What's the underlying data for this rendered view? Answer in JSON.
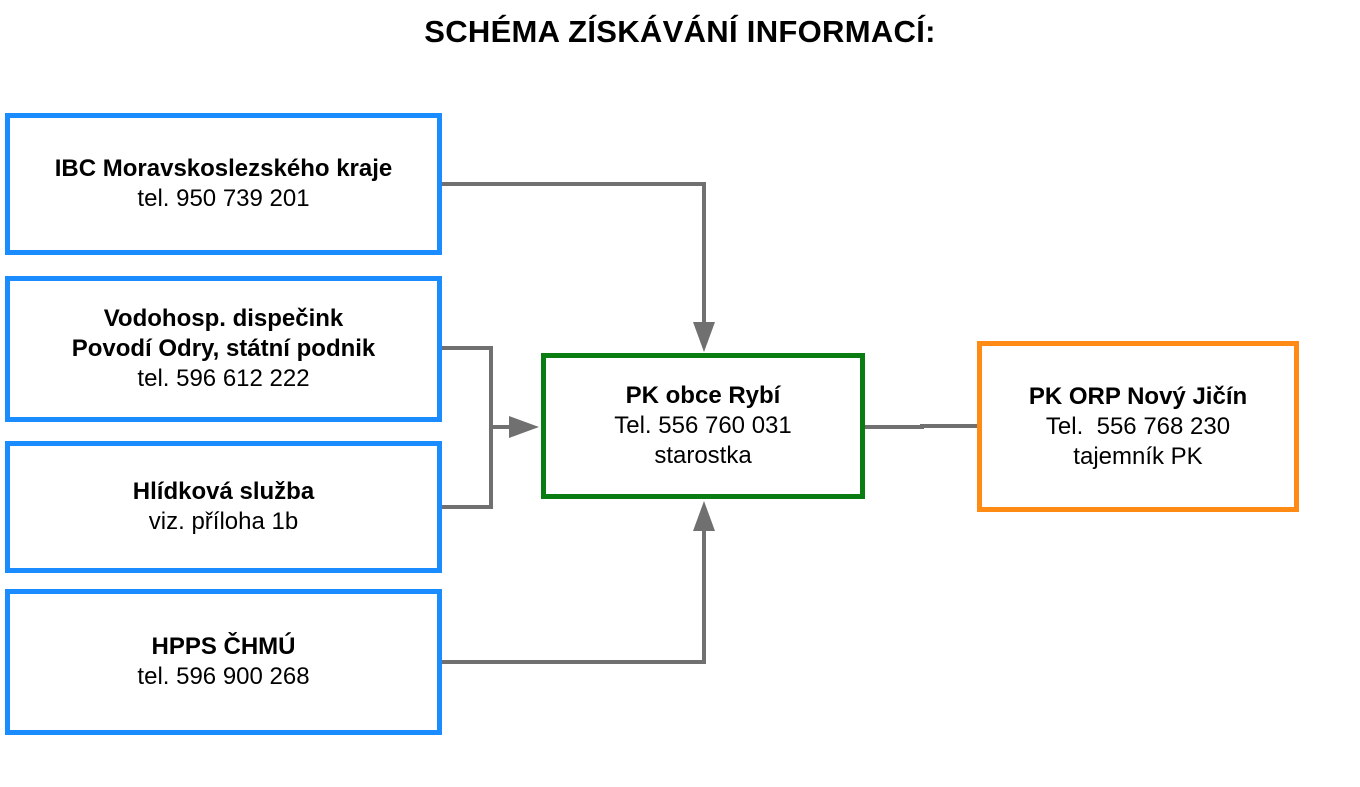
{
  "title": "SCHÉMA ZÍSKÁVÁNÍ INFORMACÍ:",
  "colors": {
    "source_border": "#1a8cff",
    "center_border": "#0a7d12",
    "target_border": "#ff8a14",
    "connector": "#707070"
  },
  "nodes": {
    "ibc": {
      "name": "IBC Moravskoslezského kraje",
      "phone": "tel. 950 739 201"
    },
    "vodohosp": {
      "name_line1": "Vodohosp. dispečink",
      "name_line2": "Povodí Odry, státní podnik",
      "phone": "tel. 596 612 222"
    },
    "hlidkova": {
      "name": "Hlídková služba",
      "note": "viz. příloha 1b"
    },
    "hpps": {
      "name": "HPPS ČHMÚ",
      "phone": "tel. 596 900 268"
    },
    "pk_obce": {
      "name": "PK obce Rybí",
      "phone": "Tel. 556 760 031",
      "role": "starostka"
    },
    "pk_orp": {
      "name": "PK ORP Nový Jičín",
      "phone": "Tel.  556 768 230",
      "role": "tajemník PK"
    }
  }
}
